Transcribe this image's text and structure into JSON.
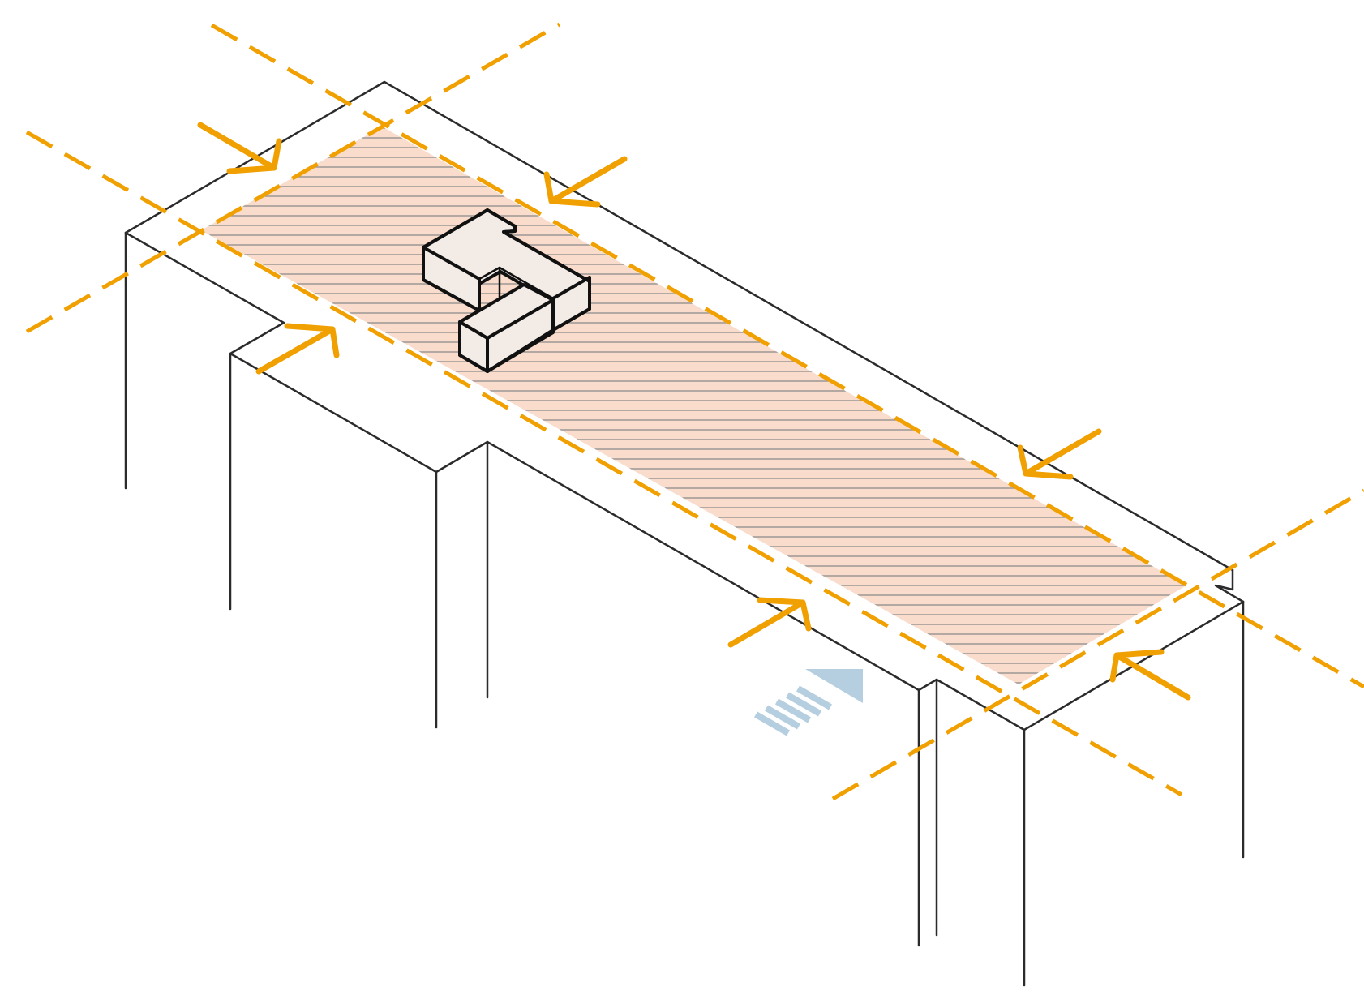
{
  "diagram": {
    "kind": "axonometric-site-diagram",
    "elements": [
      {
        "name": "site-structure-outline",
        "icon": "building-outline"
      },
      {
        "name": "buildable-zone-hatch",
        "icon": "hatched-area"
      },
      {
        "name": "setback-boundary-lines",
        "icon": "dashed-boundary"
      },
      {
        "name": "setback-arrows",
        "icon": "inward-arrow"
      },
      {
        "name": "building-volume",
        "icon": "box-volume"
      },
      {
        "name": "north-arrow",
        "icon": "north-arrow-icon"
      }
    ]
  },
  "colors": {
    "line": "#2b2b2b",
    "boundary_orange": "#f0a000",
    "zone_fill": "#f9dccb",
    "hatch_line": "#8a8a8a",
    "building_fill": "#f3ebe6",
    "building_stroke": "#111111",
    "north_arrow": "#b5cfe0"
  }
}
